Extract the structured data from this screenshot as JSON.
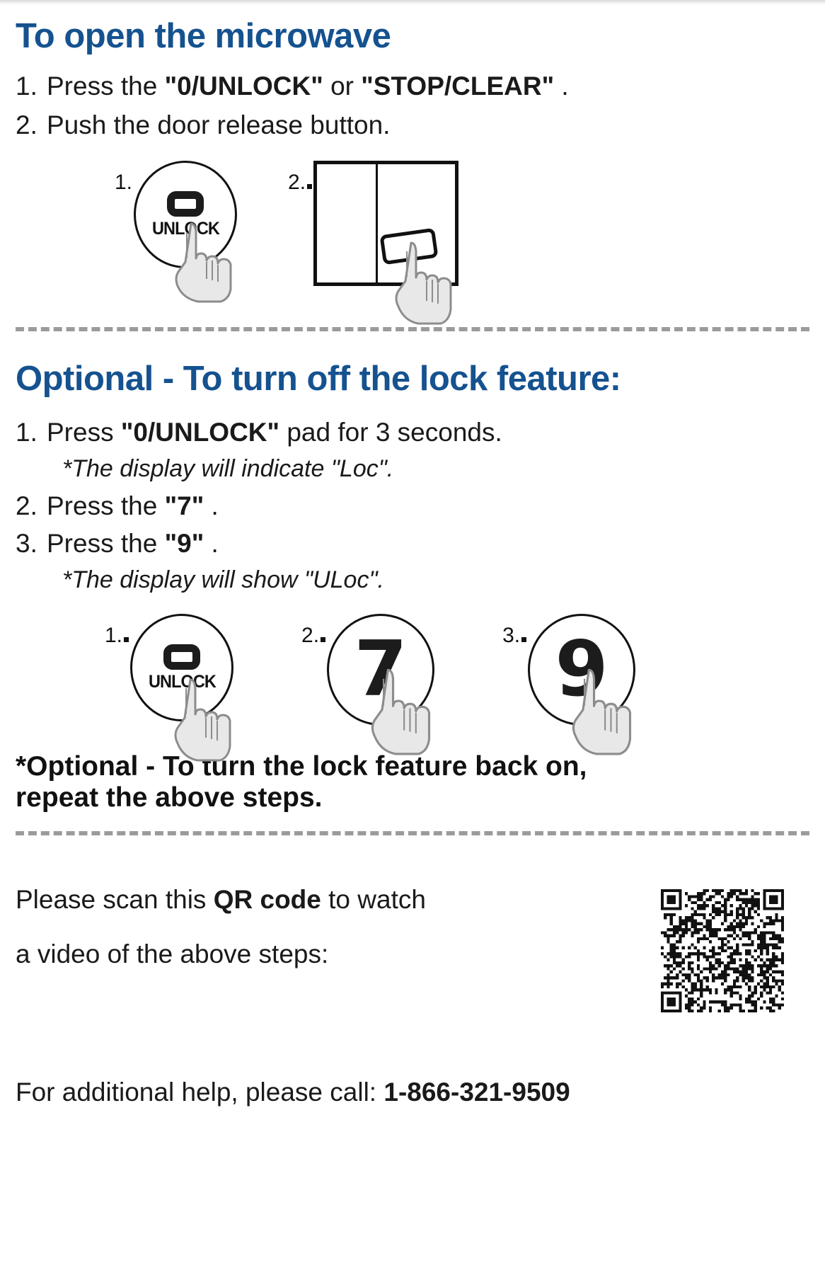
{
  "document": {
    "accent_color": "#15528f",
    "text_color": "#1a1a1a",
    "background": "#ffffff"
  },
  "section1": {
    "title": "To open the microwave",
    "steps": [
      {
        "num": "1.",
        "pre": "Press the ",
        "kbd1": "\"0/UNLOCK\"",
        "mid": " or ",
        "kbd2": "\"STOP/CLEAR\"",
        "post": " ."
      },
      {
        "num": "2.",
        "pre": "Push the door release button.",
        "kbd1": "",
        "mid": "",
        "kbd2": "",
        "post": ""
      }
    ],
    "illustrations": [
      {
        "label": "1.",
        "type": "unlock-key",
        "glyph": "0",
        "caption": "UNLOCK"
      },
      {
        "label": "2.",
        "type": "microwave-door"
      }
    ]
  },
  "section2": {
    "title": "Optional - To turn off the lock feature:",
    "steps": [
      {
        "num": "1.",
        "pre": "Press ",
        "kbd1": "\"0/UNLOCK\"",
        "post": " pad for 3 seconds."
      },
      {
        "num": "2.",
        "pre": "Press the ",
        "kbd1": "\"7\"",
        "post": " ."
      },
      {
        "num": "3.",
        "pre": "Press the ",
        "kbd1": "\"9\"",
        "post": " ."
      }
    ],
    "note1": "*The display will indicate \"Loc\".",
    "note2": "*The display will show \"ULoc\".",
    "illustrations": [
      {
        "label": "1.",
        "type": "unlock-key",
        "glyph": "0",
        "caption": "UNLOCK"
      },
      {
        "label": "2.",
        "type": "digit-key",
        "glyph": "7"
      },
      {
        "label": "3.",
        "type": "digit-key",
        "glyph": "9"
      }
    ],
    "footnote_line1": "*Optional - To turn the lock feature back on,",
    "footnote_line2": "repeat the above steps."
  },
  "section3": {
    "line1_pre": "Please scan this ",
    "line1_bold": "QR code",
    "line1_post": " to watch",
    "line2": "a video of the above steps:",
    "phone_pre": "For additional help, please call: ",
    "phone_number": "1-866-321-9509",
    "qr_alt": "qr-code"
  }
}
